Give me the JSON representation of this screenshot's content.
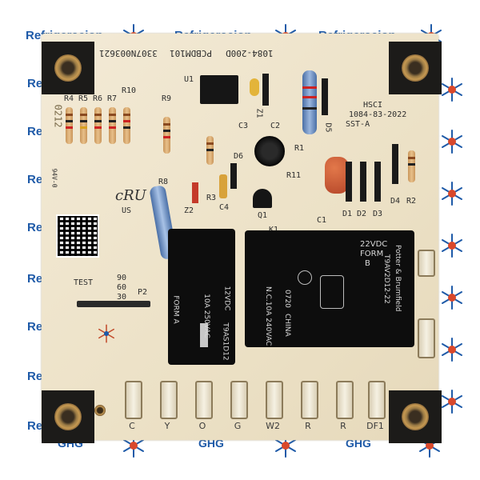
{
  "watermark": {
    "brand_label": "Refrigeracion",
    "brand_label_partial": "Re",
    "brand_label_partial_2": "Ref",
    "footer_label": "GHG"
  },
  "board": {
    "part_number": "PCBDM101",
    "code_a": "3307N003621",
    "code_b": "1084-200D",
    "hsci_label": "HSCI",
    "hsci_code": "1084-83-2022",
    "hsci_type": "SST-A",
    "rating_label": "94V-0",
    "date_code": "0212",
    "ul_label": "US",
    "test_label": "TEST",
    "speed_labels": [
      "90",
      "60",
      "30"
    ],
    "jumper_label": "P2",
    "component_labels": {
      "u1": "U1",
      "r4": "R4",
      "r5": "R5",
      "r6": "R6",
      "r7": "R7",
      "r10": "R10",
      "r9": "R9",
      "r8": "R8",
      "r3": "R3",
      "z1": "Z1",
      "z2": "Z2",
      "c2": "C2",
      "c3": "C3",
      "c4": "C4",
      "r1": "R1",
      "r11": "R11",
      "d5": "D5",
      "d6": "D6",
      "d1": "D1",
      "d2": "D2",
      "d3": "D3",
      "d4": "D4",
      "r2": "R2",
      "c1": "C1",
      "k1": "K1",
      "q1": "Q1"
    }
  },
  "relay_small": {
    "line1": "FORM A",
    "line2": "10A 250VAC",
    "line3": "12VDC",
    "line4": "T9AS1D12"
  },
  "relay_large": {
    "voltage": "22VDC",
    "form": "FORM",
    "form_type": "B",
    "rating": "N.C.10A 240VAC",
    "lot": "0720",
    "origin": "CHINA",
    "brand": "Potter & Brumfield",
    "model": "T9AV2D12-22"
  },
  "terminals": [
    "C",
    "Y",
    "O",
    "G",
    "W2",
    "R",
    "R",
    "DF1"
  ]
}
